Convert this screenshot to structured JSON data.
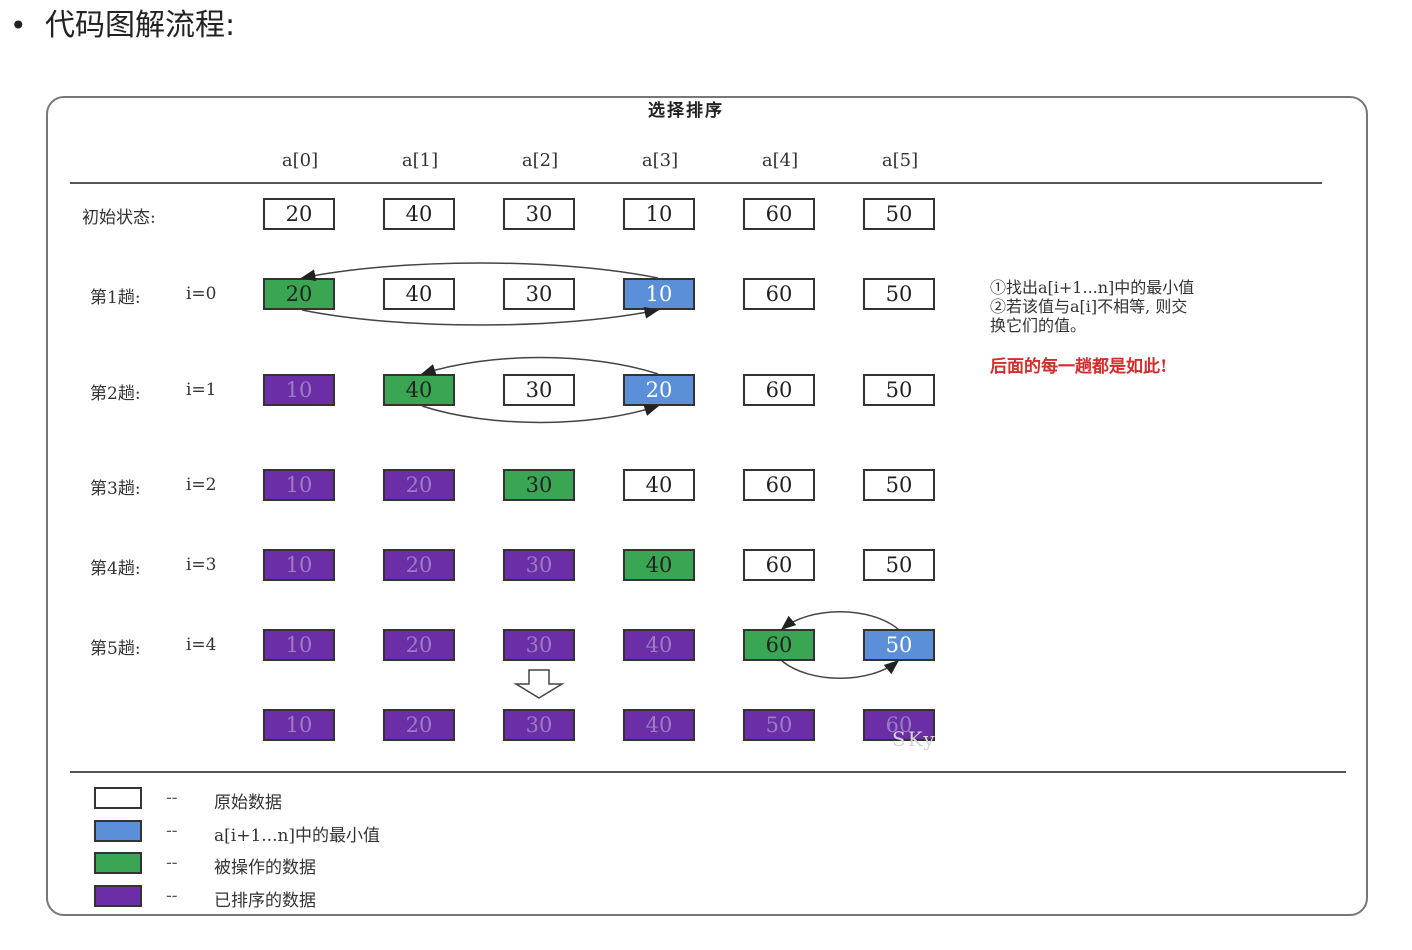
{
  "heading": {
    "bullet": "•",
    "text": "代码图解流程:"
  },
  "diagram": {
    "title": "选择排序",
    "columns": [
      "a[0]",
      "a[1]",
      "a[2]",
      "a[3]",
      "a[4]",
      "a[5]"
    ],
    "rows": [
      {
        "label": "初始状态:",
        "index": "",
        "cells": [
          {
            "v": "20",
            "c": "white"
          },
          {
            "v": "40",
            "c": "white"
          },
          {
            "v": "30",
            "c": "white"
          },
          {
            "v": "10",
            "c": "white"
          },
          {
            "v": "60",
            "c": "white"
          },
          {
            "v": "50",
            "c": "white"
          }
        ]
      },
      {
        "label": "第1趟:",
        "index": "i=0",
        "cells": [
          {
            "v": "20",
            "c": "green"
          },
          {
            "v": "40",
            "c": "white"
          },
          {
            "v": "30",
            "c": "white"
          },
          {
            "v": "10",
            "c": "blue"
          },
          {
            "v": "60",
            "c": "white"
          },
          {
            "v": "50",
            "c": "white"
          }
        ]
      },
      {
        "label": "第2趟:",
        "index": "i=1",
        "cells": [
          {
            "v": "10",
            "c": "purple"
          },
          {
            "v": "40",
            "c": "green"
          },
          {
            "v": "30",
            "c": "white"
          },
          {
            "v": "20",
            "c": "blue"
          },
          {
            "v": "60",
            "c": "white"
          },
          {
            "v": "50",
            "c": "white"
          }
        ]
      },
      {
        "label": "第3趟:",
        "index": "i=2",
        "cells": [
          {
            "v": "10",
            "c": "purple"
          },
          {
            "v": "20",
            "c": "purple"
          },
          {
            "v": "30",
            "c": "green"
          },
          {
            "v": "40",
            "c": "white"
          },
          {
            "v": "60",
            "c": "white"
          },
          {
            "v": "50",
            "c": "white"
          }
        ]
      },
      {
        "label": "第4趟:",
        "index": "i=3",
        "cells": [
          {
            "v": "10",
            "c": "purple"
          },
          {
            "v": "20",
            "c": "purple"
          },
          {
            "v": "30",
            "c": "purple"
          },
          {
            "v": "40",
            "c": "green"
          },
          {
            "v": "60",
            "c": "white"
          },
          {
            "v": "50",
            "c": "white"
          }
        ]
      },
      {
        "label": "第5趟:",
        "index": "i=4",
        "cells": [
          {
            "v": "10",
            "c": "purple"
          },
          {
            "v": "20",
            "c": "purple"
          },
          {
            "v": "30",
            "c": "purple"
          },
          {
            "v": "40",
            "c": "purple"
          },
          {
            "v": "60",
            "c": "green"
          },
          {
            "v": "50",
            "c": "blue"
          }
        ]
      },
      {
        "label": "",
        "index": "",
        "cells": [
          {
            "v": "10",
            "c": "purple"
          },
          {
            "v": "20",
            "c": "purple"
          },
          {
            "v": "30",
            "c": "purple"
          },
          {
            "v": "40",
            "c": "purple"
          },
          {
            "v": "50",
            "c": "purple"
          },
          {
            "v": "60",
            "c": "purple"
          }
        ]
      }
    ],
    "notes": [
      "①找出a[i+1...n]中的最小值",
      "②若该值与a[i]不相等, 则交",
      "换它们的值。"
    ],
    "note_red": "后面的每一趟都是如此!",
    "watermark": "SKy",
    "legend": [
      {
        "color": "white",
        "dash": "--",
        "text": "原始数据"
      },
      {
        "color": "blue",
        "dash": "--",
        "text": "a[i+1...n]中的最小值"
      },
      {
        "color": "green",
        "dash": "--",
        "text": "被操作的数据"
      },
      {
        "color": "purple",
        "dash": "--",
        "text": "已排序的数据"
      }
    ],
    "colors": {
      "white": "#ffffff",
      "blue": "#5b8fd8",
      "green": "#3aa553",
      "purple": "#6b2ea6",
      "red": "#d22d2d"
    }
  }
}
